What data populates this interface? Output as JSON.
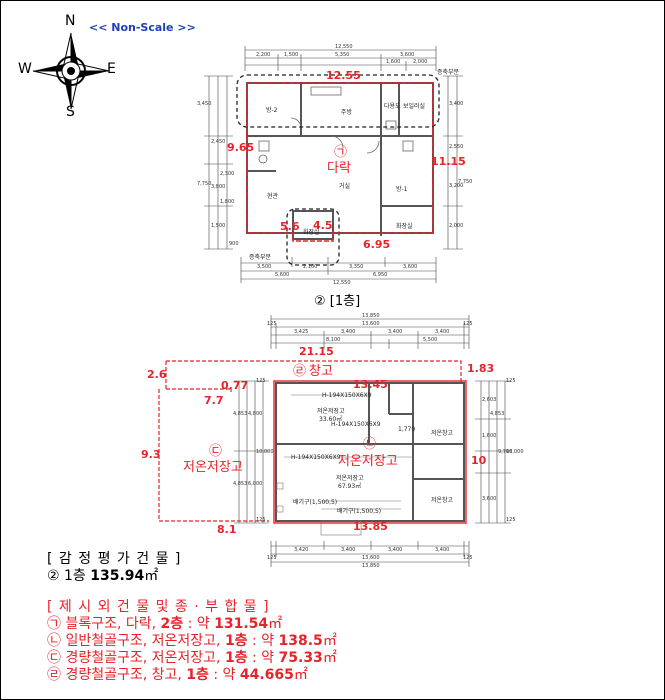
{
  "scale_note": "<< Non-Scale >>",
  "compass": {
    "n": "N",
    "s": "S",
    "e": "E",
    "w": "W"
  },
  "plan1": {
    "caption": "② [1층]",
    "top_total": "12,550",
    "top_dims": [
      "2,200",
      "1,500",
      "5,350",
      "3,600"
    ],
    "top_sub_dims": [
      "1,600",
      "2,000"
    ],
    "bottom_dims": [
      "3,500",
      "2,100",
      "3,350",
      "3,600"
    ],
    "bottom_sub_dims": [
      "5,600",
      "6,950"
    ],
    "bottom_total": "12,550",
    "left_dims": [
      "3,450",
      "2,450",
      "7,750",
      "3,800",
      "2,300",
      "1,800",
      "1,500",
      "900"
    ],
    "right_dims": [
      "3,400",
      "2,550",
      "7,750",
      "3,200",
      "2,000"
    ],
    "room_labels": [
      "방-2",
      "주방",
      "다용도",
      "보일러실",
      "현관",
      "방-1",
      "화장실",
      "화장실",
      "거실"
    ],
    "annotation_top": "증축부분",
    "annotation_bottom": "증축부분",
    "red_labels": {
      "top": "12.55",
      "left": "9.65",
      "right": "11.15",
      "bottom_left": "5.6",
      "inner": "4.5",
      "bottom": "6.95",
      "circle": "㉠",
      "name": "다락"
    }
  },
  "plan2": {
    "top_total": "13,850",
    "top_dims_a": [
      "3,425",
      "3,400",
      "3,400",
      "3,400"
    ],
    "top_dims_b": [
      "125",
      "13,600",
      "125"
    ],
    "top_dims_c": [
      "8,100",
      "5,500"
    ],
    "bottom_dims_a": [
      "3,420",
      "3,400",
      "3,400",
      "3,400"
    ],
    "bottom_dims_b": [
      "125",
      "13,600",
      "125"
    ],
    "bottom_total": "13,850",
    "left_dims": [
      "4,853",
      "4,800",
      "4,853",
      "6,000",
      "10,000",
      "125",
      "125"
    ],
    "right_dims": [
      "2,603",
      "4,853",
      "9,706",
      "10,000",
      "1,600",
      "3,600",
      "125",
      "125"
    ],
    "room_labels": {
      "cold1_name": "저온저장고",
      "cold1_area": "33.60㎡",
      "cold2_name": "저온저장고",
      "cold2_area": "67.93㎡",
      "room_right1": "저온창고",
      "room_right2": "저온창고",
      "beam1": "H-194X150X6X9",
      "beam2": "H-194X150X6X9",
      "beam3": "H-194X150X6X9",
      "pipe1": "배기구(1,500,5)",
      "pipe2": "배기구(1,500,5)",
      "dim_small": "1,770"
    },
    "red_labels": {
      "top_main": "21.15",
      "left_small": "2.6",
      "right_small": "1.83",
      "circle_ra": "㉣",
      "name_ra": "창고",
      "r077": "0.77",
      "r1345": "13.45",
      "r77": "7.7",
      "circle_c": "㉢",
      "name_c": "저온저장고",
      "circle_b": "㉡",
      "name_b": "저온저장고",
      "left_h": "9.3",
      "right_h": "10",
      "bottom_left": "8.1",
      "bottom": "13.85"
    }
  },
  "legend": {
    "title": "[ 감 정 평 가 건 물 ]",
    "items": [
      {
        "prefix": "② 1층 ",
        "value": "135.94",
        "unit": "㎡"
      }
    ],
    "excluded_title": "[ 제 시 외 건 물 및 종 · 부 합 물 ]",
    "excluded_items": [
      {
        "prefix": "㉠ 블록구조, 다락, ",
        "bold": "2층",
        "middle": " : 약 ",
        "value": "131.54",
        "unit": "㎡"
      },
      {
        "prefix": "㉡ 일반철골구조, 저온저장고, ",
        "bold": "1층",
        "middle": " : 약 ",
        "value": "138.5",
        "unit": "㎡"
      },
      {
        "prefix": "㉢ 경량철골구조, 저온저장고, ",
        "bold": "1층",
        "middle": " : 약 ",
        "value": "75.33",
        "unit": "㎡"
      },
      {
        "prefix": "㉣ 경량철골구조, 창고, ",
        "bold": "1층",
        "middle": " : 약 ",
        "value": "44.665",
        "unit": "㎡"
      }
    ]
  },
  "colors": {
    "red": "#e8222a",
    "blue": "#1f3fb5",
    "line": "#333333",
    "wall": "#555555"
  }
}
